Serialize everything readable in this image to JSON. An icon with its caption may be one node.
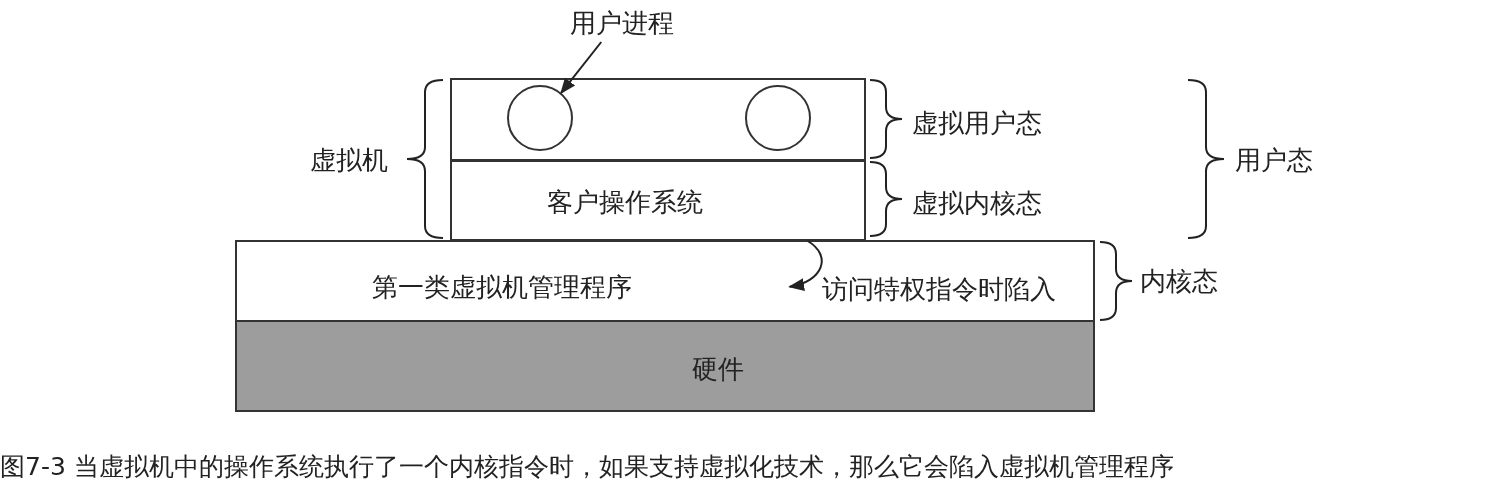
{
  "diagram": {
    "caption": "图7-3 当虚拟机中的操作系统执行了一个内核指令时，如果支持虚拟化技术，那么它会陷入虚拟机管理程序",
    "nodes": [
      {
        "text": [
          "用户进程"
        ]
      },
      {
        "text": [],
        "shape": "box"
      },
      {
        "text": [],
        "shape": "circle",
        "in": 1
      },
      {
        "text": [],
        "shape": "circle",
        "in": 1
      },
      {
        "text": [
          "客户操作系统"
        ]
      },
      {
        "text": [
          "第一类虚拟机管理程序",
          "访问特权指令时陷入"
        ]
      },
      {
        "text": [
          "硬件"
        ]
      }
    ],
    "edges": [
      {
        "from": 0,
        "to": 2,
        "arrow": "to"
      },
      {
        "from": 4,
        "to": 5,
        "arrow": "to"
      }
    ],
    "labels": [
      "虚拟机",
      "虚拟用户态",
      "用户态",
      "虚拟内核态",
      "内核态"
    ]
  }
}
